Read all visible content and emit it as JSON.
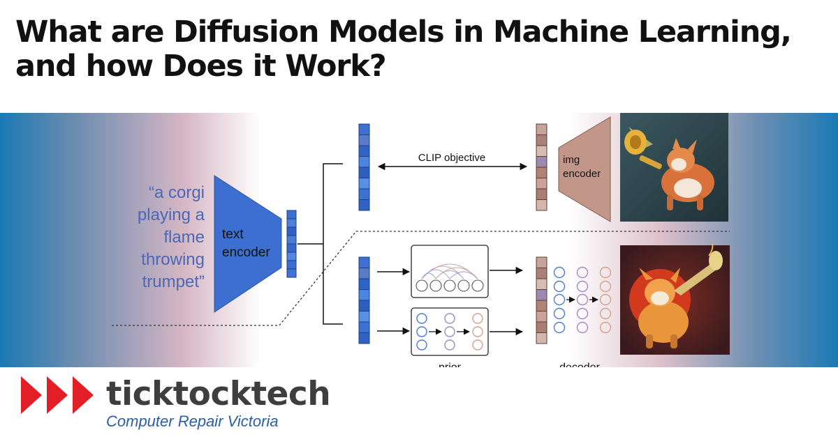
{
  "headline": "What are Diffusion Models in Machine Learning, and how Does it Work?",
  "diagram": {
    "prompt_lines": [
      "“a corgi",
      "playing a",
      "flame",
      "throwing",
      "trumpet”"
    ],
    "text_encoder_lines": [
      "text",
      "encoder"
    ],
    "img_encoder_lines": [
      "img",
      "encoder"
    ],
    "clip_label": "CLIP objective",
    "prior_label": "prior",
    "decoder_label": "decoder",
    "colors": {
      "text_blue": "#3f6fd1",
      "encoder_blue": "#3c6fcf",
      "img_encoder_brown": "#c2978a",
      "prompt_text": "#4a67b8"
    }
  },
  "logo": {
    "brand": "ticktocktech",
    "tagline": "Computer Repair Victoria",
    "arrow_color": "#e21f26"
  }
}
